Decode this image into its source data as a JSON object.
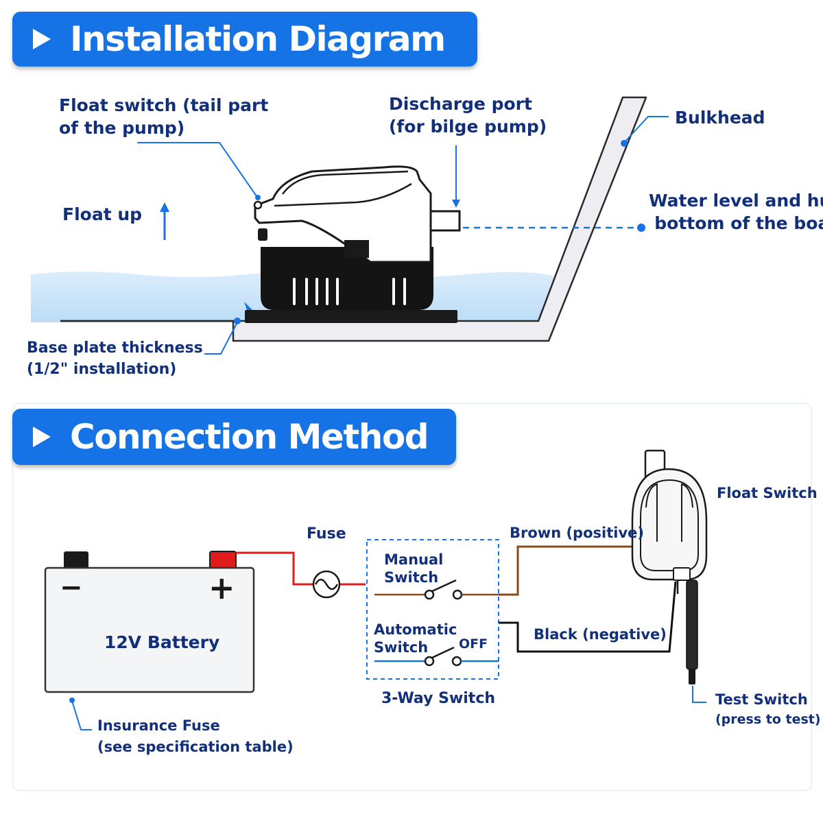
{
  "installation": {
    "title": "Installation Diagram",
    "float_switch_label": [
      "Float switch (tail part",
      "of the pump)"
    ],
    "float_up_label": "Float up",
    "discharge_port_label": [
      "Discharge port",
      "(for bilge pump)"
    ],
    "bulkhead_label": "Bulkhead",
    "water_level_label": [
      "Water level and hull",
      "bottom of the boat"
    ],
    "base_plate_label": [
      "Base plate thickness",
      "(1/2\" installation)"
    ]
  },
  "connection": {
    "title": "Connection Method",
    "battery_label": "12V Battery",
    "battery_minus": "−",
    "battery_plus": "+",
    "insurance_fuse_label": [
      "Insurance Fuse",
      "(see specification table)"
    ],
    "fuse_label": "Fuse",
    "manual_switch_label": [
      "Manual",
      "Switch"
    ],
    "automatic_switch_label": [
      "Automatic",
      "Switch"
    ],
    "off_label": "OFF",
    "three_way_switch_label": "3-Way Switch",
    "brown_wire_label": "Brown (positive)",
    "black_wire_label": "Black (negative)",
    "float_switch_label": "Float Switch",
    "test_switch_label": [
      "Test Switch",
      "(press to test)"
    ]
  },
  "colors": {
    "banner": "#1673e6",
    "label_text": "#12307a",
    "leader_line": "#1673e6",
    "water": "#cfe6fb",
    "red_wire": "#e01b1b",
    "brown_wire": "#8a4a17",
    "black_wire": "#111111",
    "battery_body": "#f4f5f7"
  }
}
